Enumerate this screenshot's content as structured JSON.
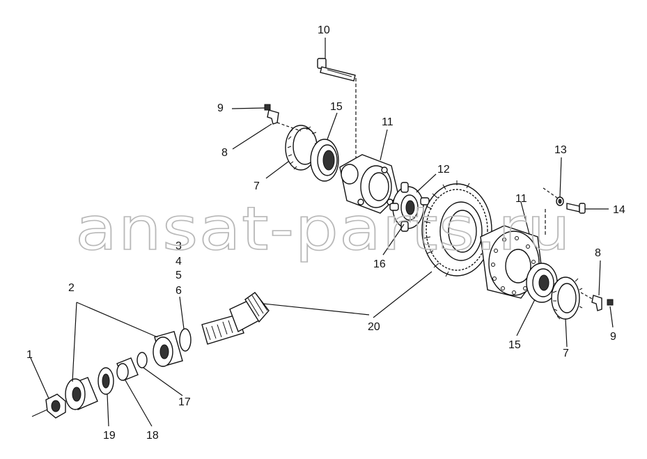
{
  "watermark": "ansat-parts.ru",
  "callouts": {
    "c1": "1",
    "c2": "2",
    "c3": "3",
    "c4": "4",
    "c5": "5",
    "c6": "6",
    "c7a": "7",
    "c7b": "7",
    "c8a": "8",
    "c8b": "8",
    "c9a": "9",
    "c9b": "9",
    "c10": "10",
    "c11a": "11",
    "c11b": "11",
    "c12": "12",
    "c13": "13",
    "c14": "14",
    "c15a": "15",
    "c15b": "15",
    "c16": "16",
    "c17": "17",
    "c18": "18",
    "c19": "19",
    "c20": "20"
  }
}
